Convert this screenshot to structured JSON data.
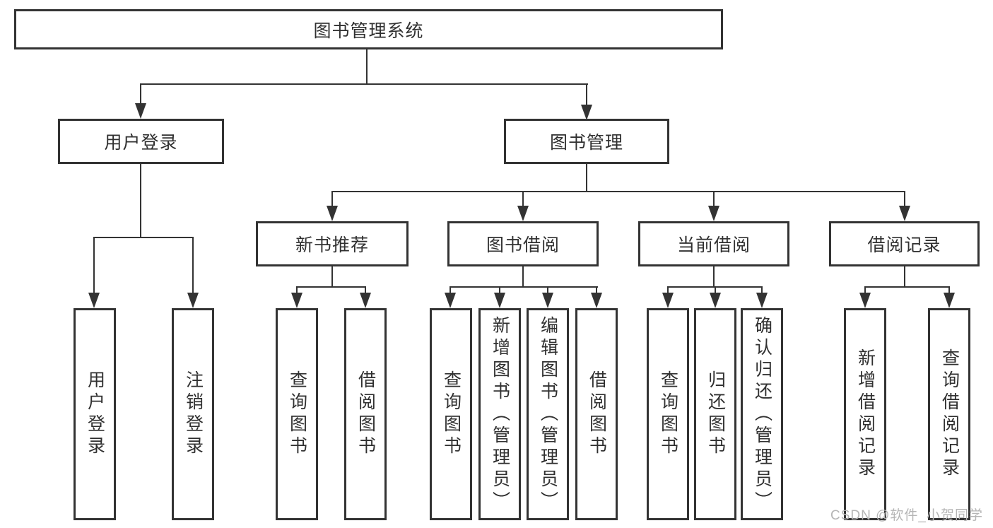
{
  "colors": {
    "line": "#333333",
    "text": "#303030",
    "background": "#ffffff",
    "watermark": "#b5b5b5"
  },
  "watermark": {
    "text": "CSDN @软件_小贺同学"
  },
  "diagram": {
    "root": {
      "label": "图书管理系统"
    },
    "level2": [
      {
        "label": "用户登录"
      },
      {
        "label": "图书管理"
      }
    ],
    "level3": [
      {
        "label": "新书推荐"
      },
      {
        "label": "图书借阅"
      },
      {
        "label": "当前借阅"
      },
      {
        "label": "借阅记录"
      }
    ],
    "leaves": {
      "user_login": [
        {
          "label": "用户登录"
        },
        {
          "label": "注销登录"
        }
      ],
      "new_book": [
        {
          "label": "查询图书"
        },
        {
          "label": "借阅图书"
        }
      ],
      "book_borrow": [
        {
          "label": "查询图书"
        },
        {
          "label": "新增图书（管理员）"
        },
        {
          "label": "编辑图书（管理员）"
        },
        {
          "label": "借阅图书"
        }
      ],
      "current_borrow": [
        {
          "label": "查询图书"
        },
        {
          "label": "归还图书"
        },
        {
          "label": "确认归还（管理员）"
        }
      ],
      "borrow_records": [
        {
          "label": "新增借阅记录"
        },
        {
          "label": "查询借阅记录"
        }
      ]
    }
  }
}
